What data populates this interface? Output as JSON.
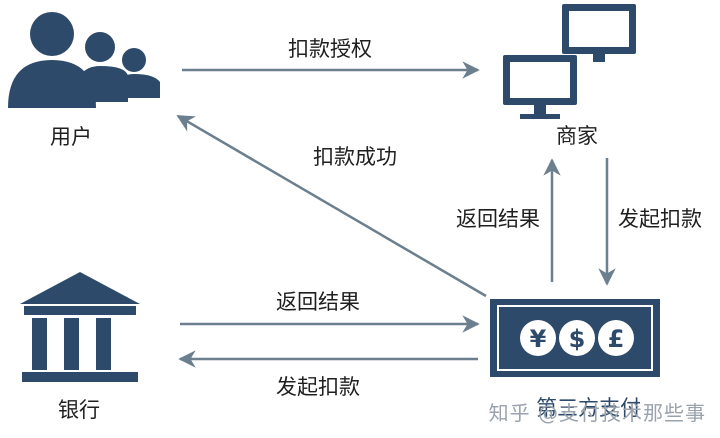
{
  "nodes": {
    "user": {
      "label": "用户",
      "icon": "users-icon"
    },
    "merchant": {
      "label": "商家",
      "icon": "monitors-icon"
    },
    "bank": {
      "label": "银行",
      "icon": "bank-icon"
    },
    "payment": {
      "label": "第三方支付",
      "icon": "currency-icon",
      "symbols": [
        "¥",
        "$",
        "£"
      ]
    }
  },
  "edges": {
    "authorize": "扣款授权",
    "deduct_success": "扣款成功",
    "return_result_merchant": "返回结果",
    "initiate_deduct_merchant": "发起扣款",
    "return_result_bank": "返回结果",
    "initiate_deduct_bank": "发起扣款"
  },
  "watermark": "知乎 @支付技术那些事",
  "colors": {
    "icon": "#2e4a6b",
    "arrow": "#6b7f8e",
    "text": "#1f1f1f"
  }
}
